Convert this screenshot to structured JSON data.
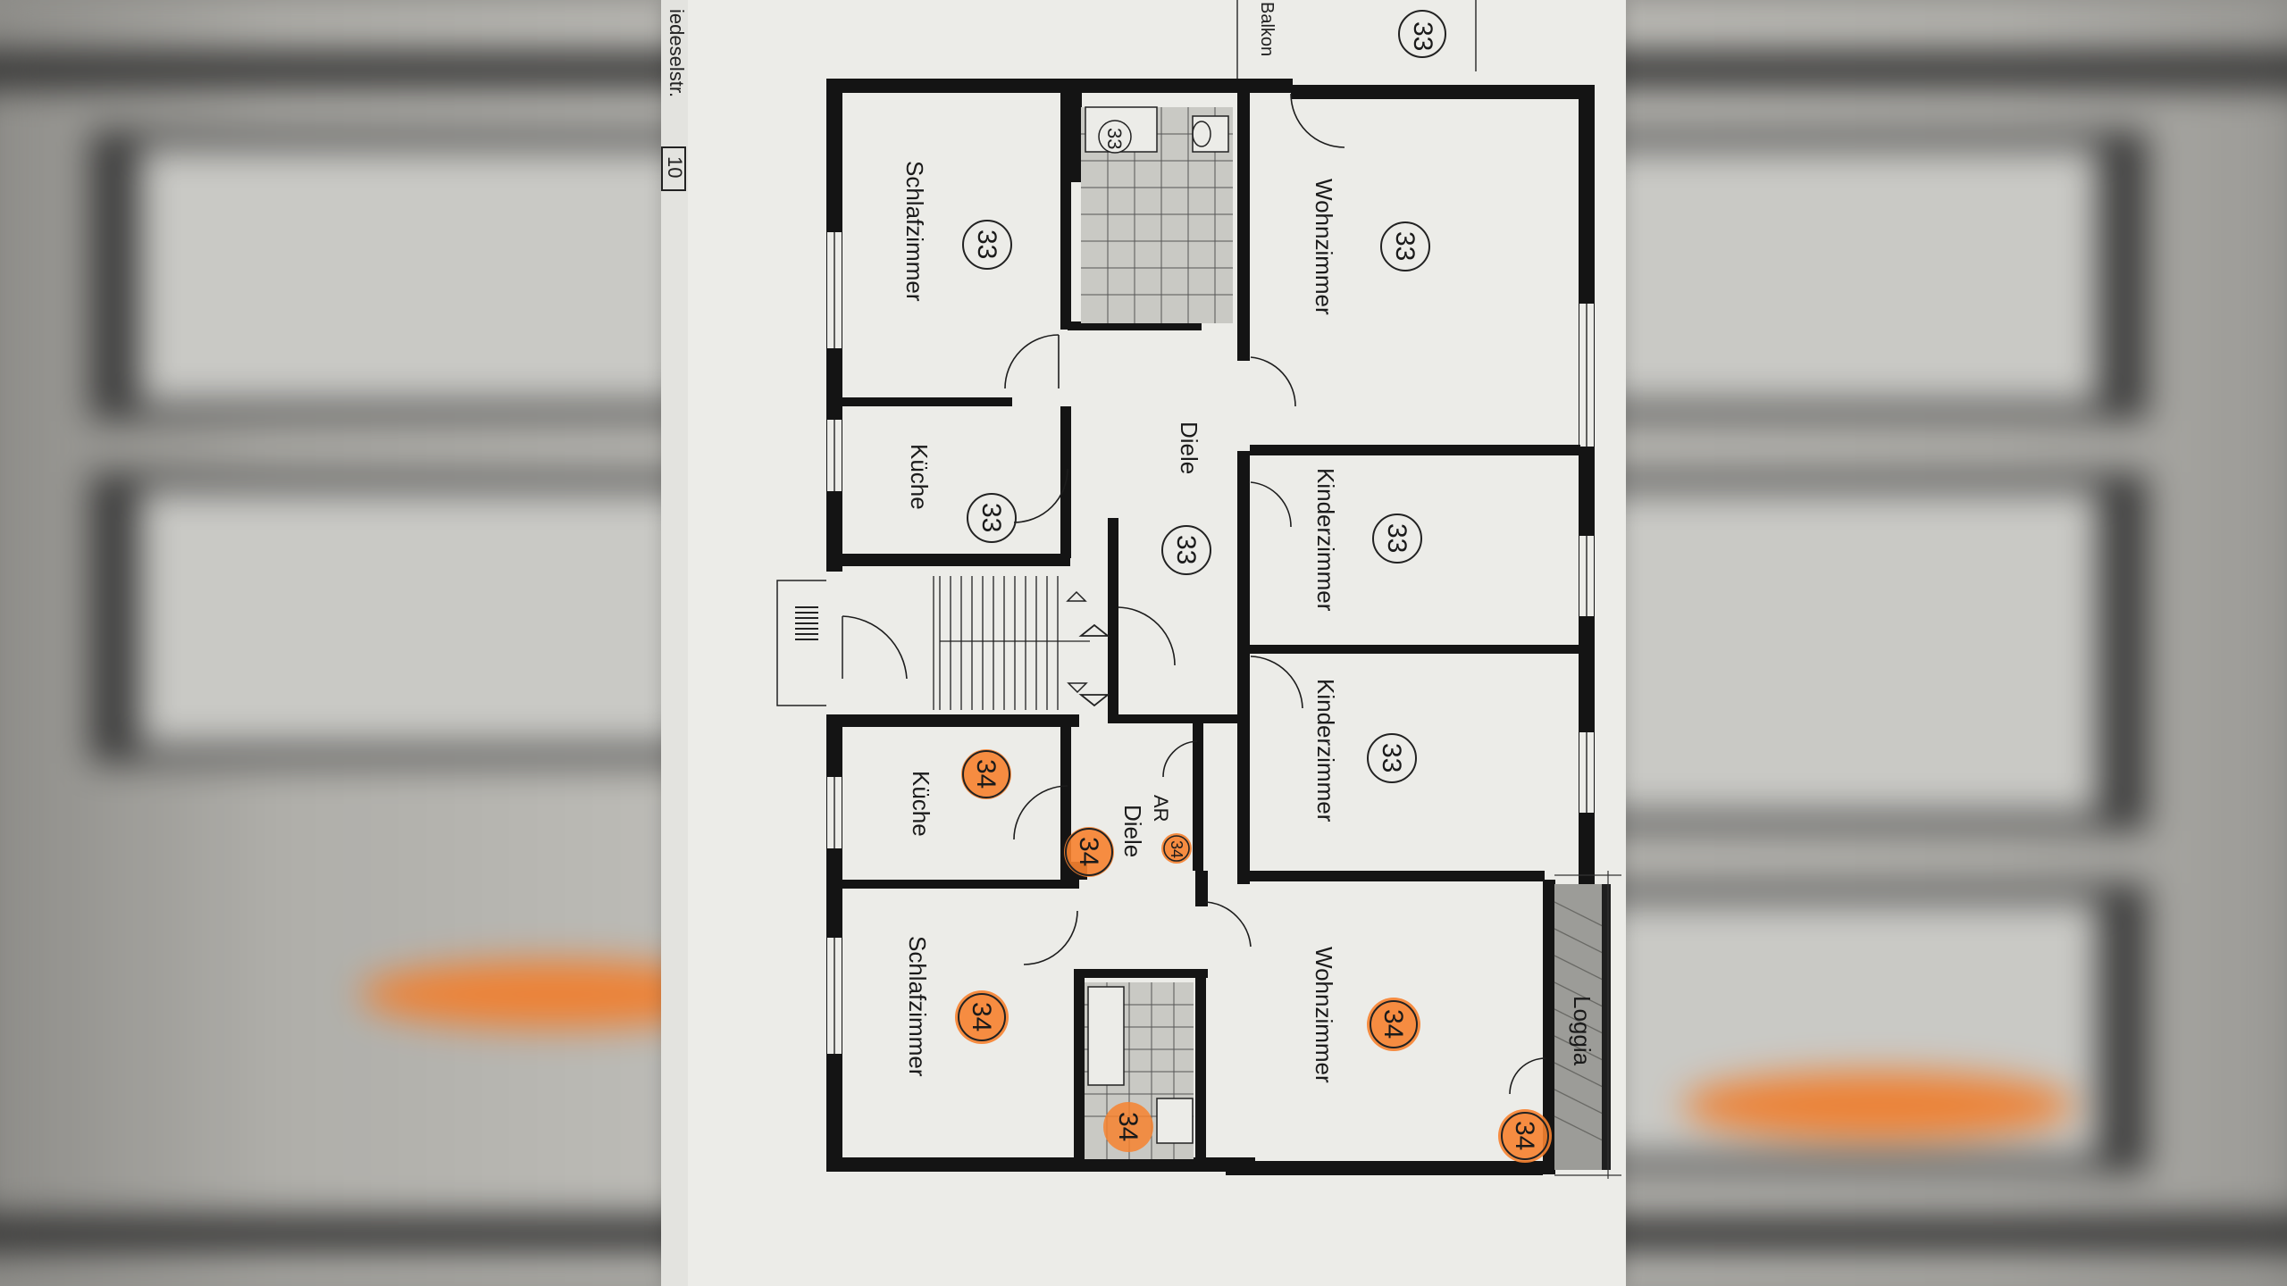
{
  "street_label": "iedeselstr.",
  "house_number": "10",
  "balcony_label": "Balkon",
  "balcony_number": "33",
  "unit_33": {
    "number": "33",
    "rooms": {
      "schlafzimmer": "Schlafzimmer",
      "bad": "",
      "wohnzimmer": "Wohnzimmer",
      "kueche": "Küche",
      "diele": "Diele",
      "kinderzimmer_1": "Kinderzimmer",
      "kinderzimmer_2": "Kinderzimmer"
    },
    "bad_number": "33"
  },
  "unit_34": {
    "number": "34",
    "rooms": {
      "kueche": "Küche",
      "diele": "Diele",
      "ar": "AR",
      "schlafzimmer": "Schlafzimmer",
      "wohnzimmer": "Wohnzimmer",
      "loggia": "Loggia"
    },
    "highlight_color": "#f7822f"
  },
  "colors": {
    "wall": "#141414",
    "paper": "#ecece8",
    "highlight": "#f7822f",
    "loggia_hatch": "#9a9a96"
  }
}
